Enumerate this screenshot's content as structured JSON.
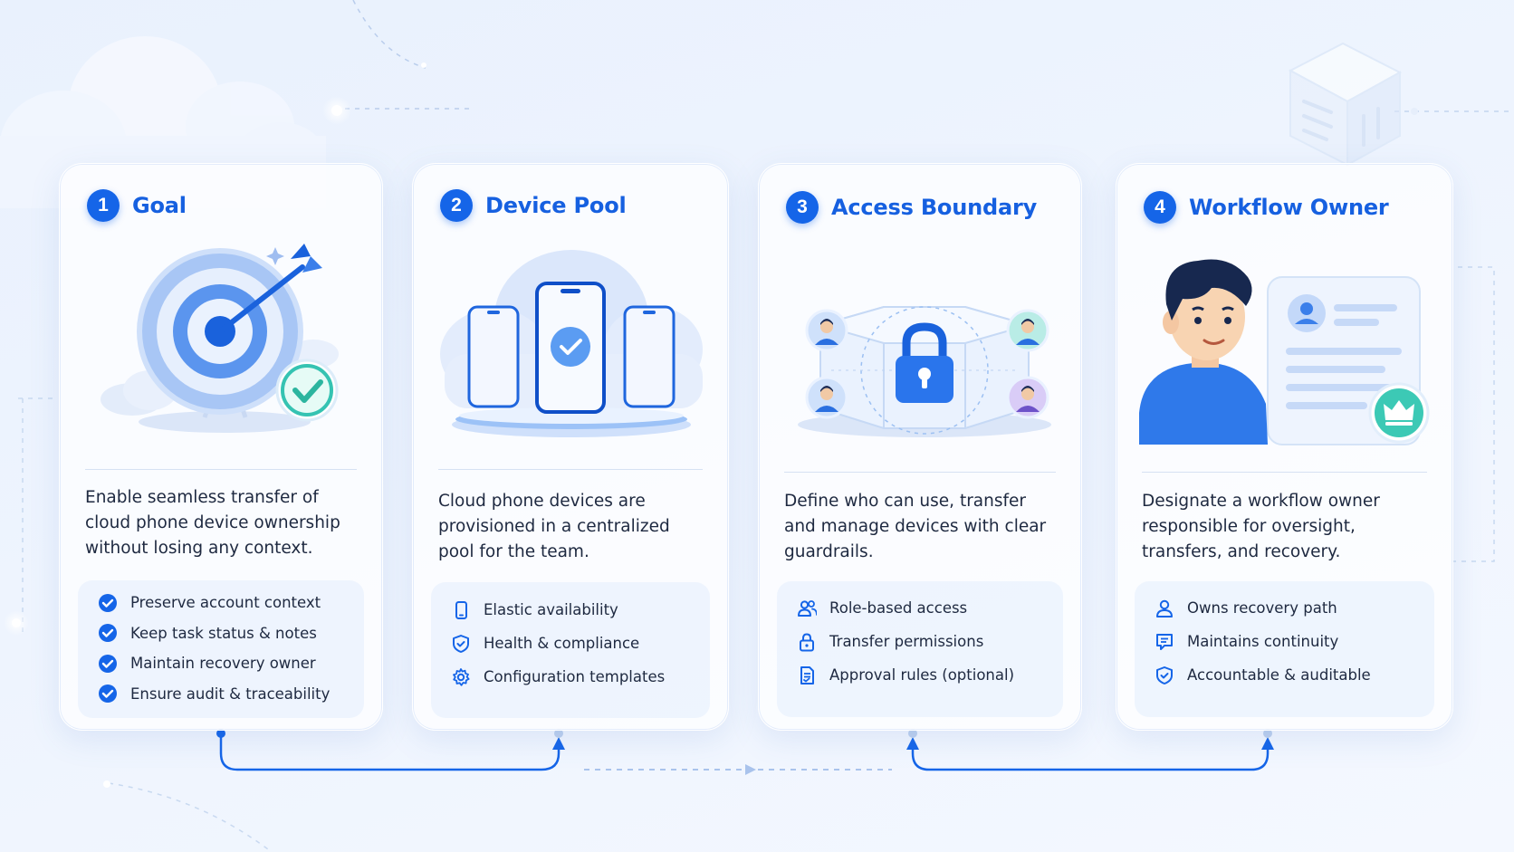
{
  "colors": {
    "accent": "#1565e8",
    "title": "#1660e0",
    "teal": "#35c3b2"
  },
  "cards": [
    {
      "number": "1",
      "title": "Goal",
      "description": "Enable seamless transfer of cloud phone device ownership without losing any context.",
      "features": [
        {
          "icon": "check-circle-icon",
          "label": "Preserve account context"
        },
        {
          "icon": "check-circle-icon",
          "label": "Keep task status & notes"
        },
        {
          "icon": "check-circle-icon",
          "label": "Maintain recovery owner"
        },
        {
          "icon": "check-circle-icon",
          "label": "Ensure audit & traceability"
        }
      ]
    },
    {
      "number": "2",
      "title": "Device Pool",
      "description": "Cloud phone devices are provisioned in a centralized pool for the team.",
      "features": [
        {
          "icon": "phone-icon",
          "label": "Elastic availability"
        },
        {
          "icon": "shield-check-icon",
          "label": "Health & compliance"
        },
        {
          "icon": "gear-icon",
          "label": "Configuration templates"
        }
      ]
    },
    {
      "number": "3",
      "title": "Access Boundary",
      "description": "Define who can use, transfer and manage devices with clear guardrails.",
      "features": [
        {
          "icon": "users-icon",
          "label": "Role-based access"
        },
        {
          "icon": "lock-icon",
          "label": "Transfer permissions"
        },
        {
          "icon": "document-icon",
          "label": "Approval rules (optional)"
        }
      ]
    },
    {
      "number": "4",
      "title": "Workflow Owner",
      "description": "Designate a workflow owner responsible for oversight, transfers, and recovery.",
      "features": [
        {
          "icon": "user-icon",
          "label": "Owns recovery path"
        },
        {
          "icon": "message-icon",
          "label": "Maintains continuity"
        },
        {
          "icon": "shield-check-icon",
          "label": "Accountable & auditable"
        }
      ]
    }
  ]
}
